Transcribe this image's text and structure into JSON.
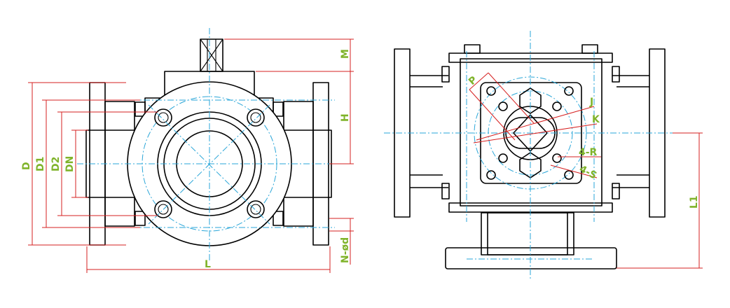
{
  "labels": {
    "D": "D",
    "D1": "D1",
    "D2": "D2",
    "DN": "DN",
    "M": "M",
    "H": "H",
    "N_od": "N-ød",
    "L": "L",
    "L1": "L1",
    "P": "P",
    "J": "J",
    "K": "K",
    "four_R": "4-R",
    "four_S": "4-S"
  },
  "colors": {
    "outline": "#000000",
    "centerline": "#2aa6d8",
    "dimension": "#d62020",
    "label": "#7fb32a"
  }
}
